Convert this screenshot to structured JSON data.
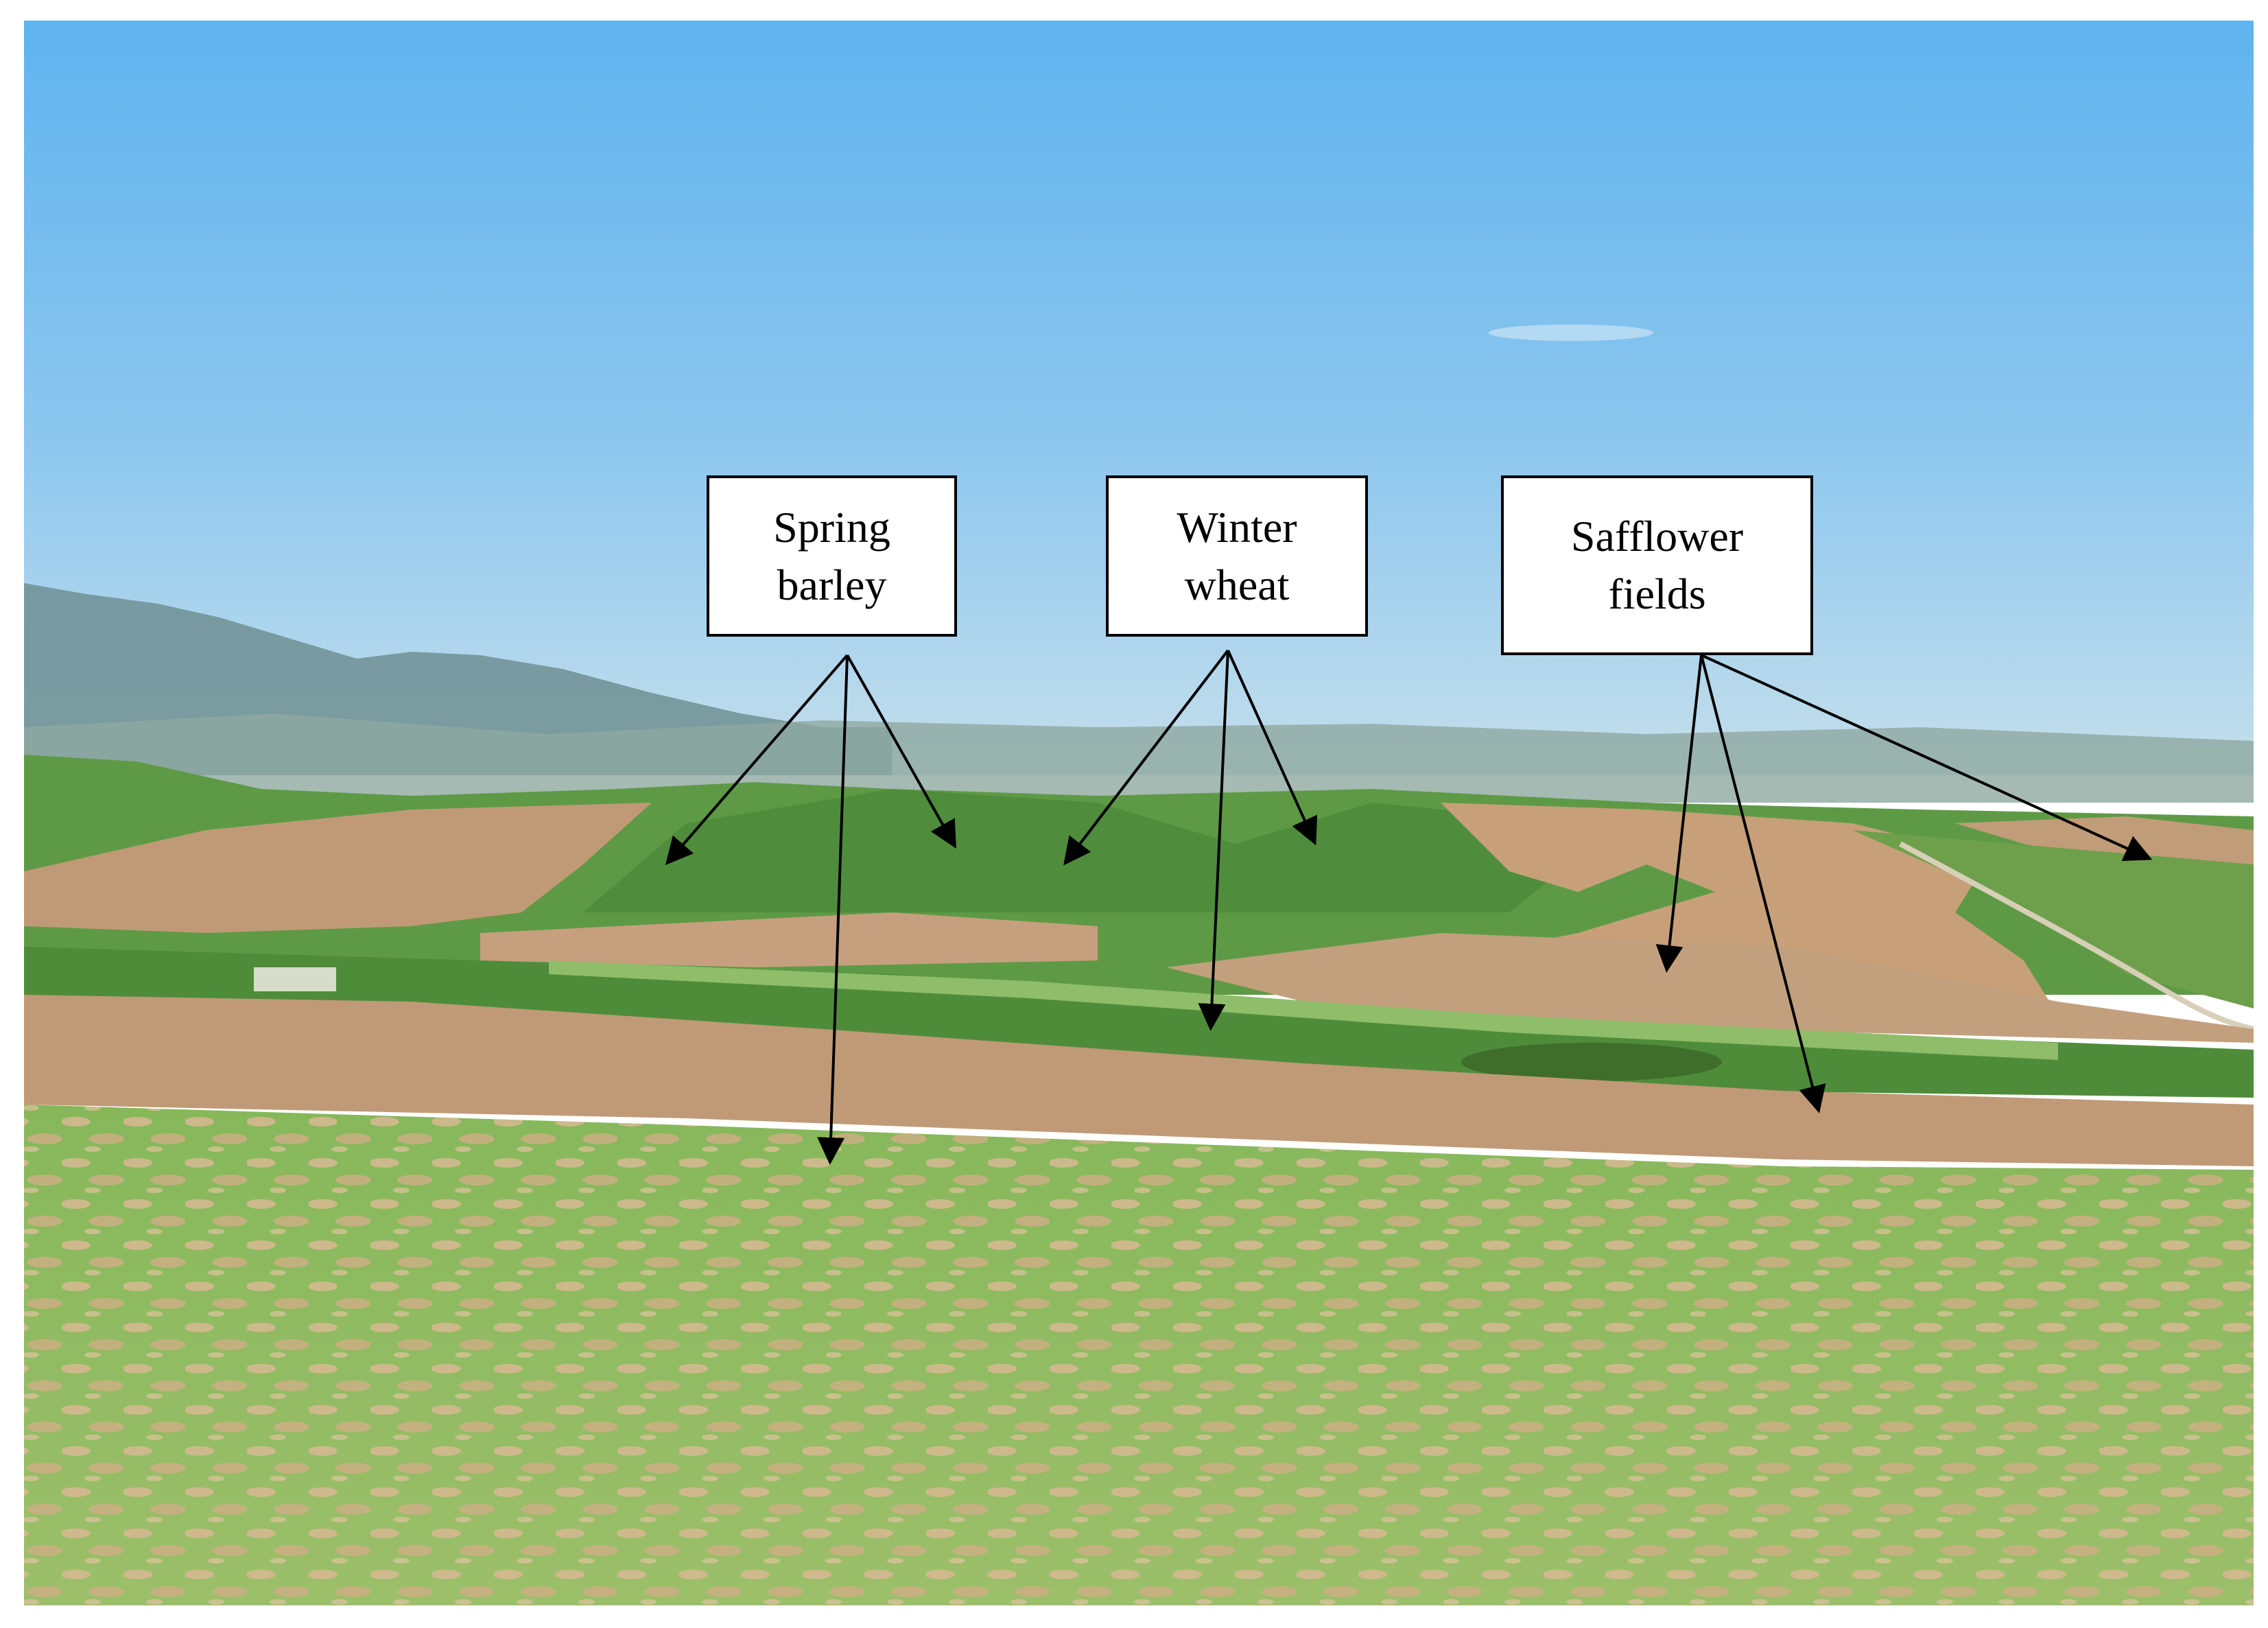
{
  "photo": {
    "subject": "hilly agricultural landscape with green crop fields and ploughed brown fields under a blue sky",
    "colors": {
      "sky_top": "#5fb3ef",
      "sky_bottom": "#bfdcec",
      "mountain": "#6f8f92",
      "green_field": "#5e9a45",
      "brown_field": "#c09a77",
      "foreground_green": "#7fb356",
      "foreground_soil": "#d4b48d",
      "annotation": "#000000"
    }
  },
  "labels": [
    {
      "id": "spring-barley",
      "text": "Spring\nbarley"
    },
    {
      "id": "winter-wheat",
      "text": "Winter\nwheat"
    },
    {
      "id": "safflower-fields",
      "text": "Safflower\nfields"
    }
  ]
}
